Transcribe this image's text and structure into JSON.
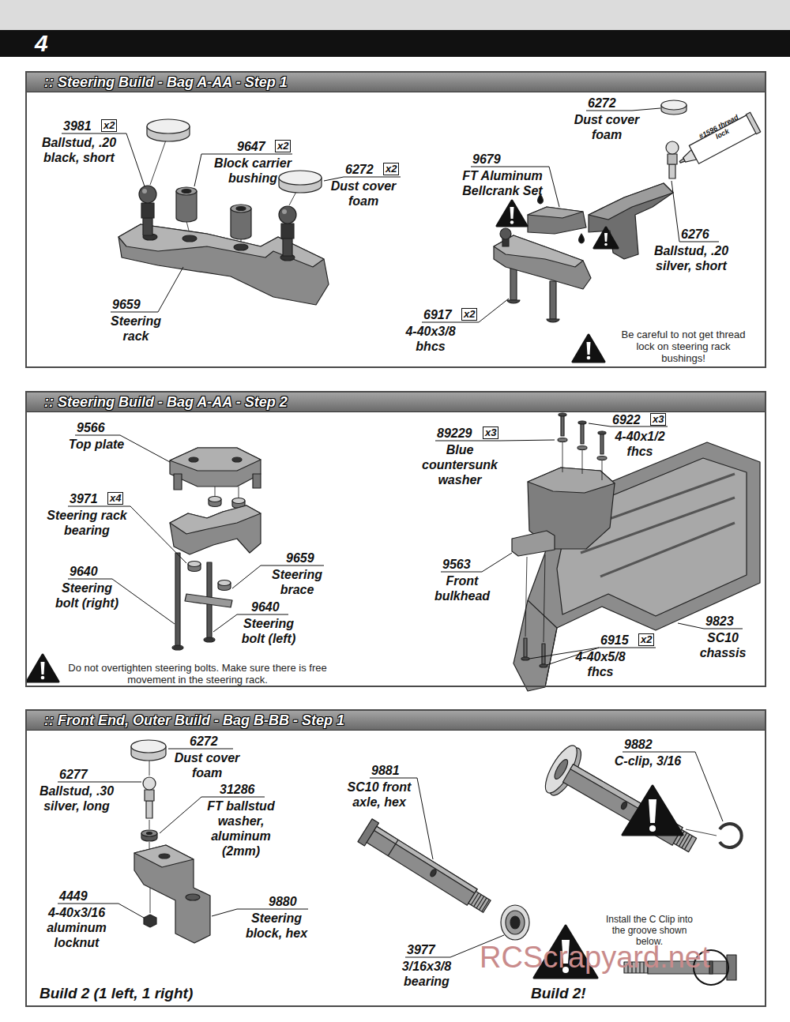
{
  "diagram": {
    "nodes": [
      {
        "text": [
          "4"
        ]
      },
      {
        "text": [
          ":: Steering Build - Bag A-AA - Step 1"
        ]
      },
      {
        "text": [
          ":: Steering Build - Bag A-AA - Step 2"
        ]
      },
      {
        "text": [
          ":: Front End, Outer Build - Bag B-BB - Step 1"
        ]
      }
    ],
    "labels": [
      "3981",
      "x2",
      "Ballstud, .20 black, short",
      "9647",
      "x2",
      "Block carrier bushing",
      "6272",
      "x2",
      "Dust cover foam",
      "9659",
      "Steering rack",
      "6272",
      "Dust cover foam",
      "9679",
      "FT Aluminum Bellcrank Set",
      "#1596 thread lock",
      "6276",
      "Ballstud, .20 silver, short",
      "6917",
      "x2",
      "4-40x3/8 bhcs",
      "Be careful to not get thread lock on steering rack bushings!",
      "9566",
      "Top plate",
      "3971",
      "x4",
      "Steering rack bearing",
      "9640",
      "Steering bolt (right)",
      "9659",
      "Steering brace",
      "9640",
      "Steering bolt (left)",
      "Do not overtighten steering bolts. Make sure there is free movement in the steering rack.",
      "89229",
      "x3",
      "Blue countersunk washer",
      "6922",
      "x3",
      "4-40x1/2 fhcs",
      "9563",
      "Front bulkhead",
      "9823",
      "SC10 chassis",
      "6915",
      "x2",
      "4-40x5/8 fhcs",
      "6272",
      "Dust cover foam",
      "6277",
      "Ballstud, .30 silver, long",
      "31286",
      "FT ballstud washer, aluminum (2mm)",
      "4449",
      "4-40x3/16 aluminum locknut",
      "9880",
      "Steering block, hex",
      "9881",
      "SC10 front axle, hex",
      "9882",
      "C-clip, 3/16",
      "3977",
      "3/16x3/8 bearing",
      "Install the C Clip into the groove shown below.",
      "Build 2 (1 left, 1 right)",
      "Build 2!",
      "RCScrapyard.net"
    ]
  }
}
